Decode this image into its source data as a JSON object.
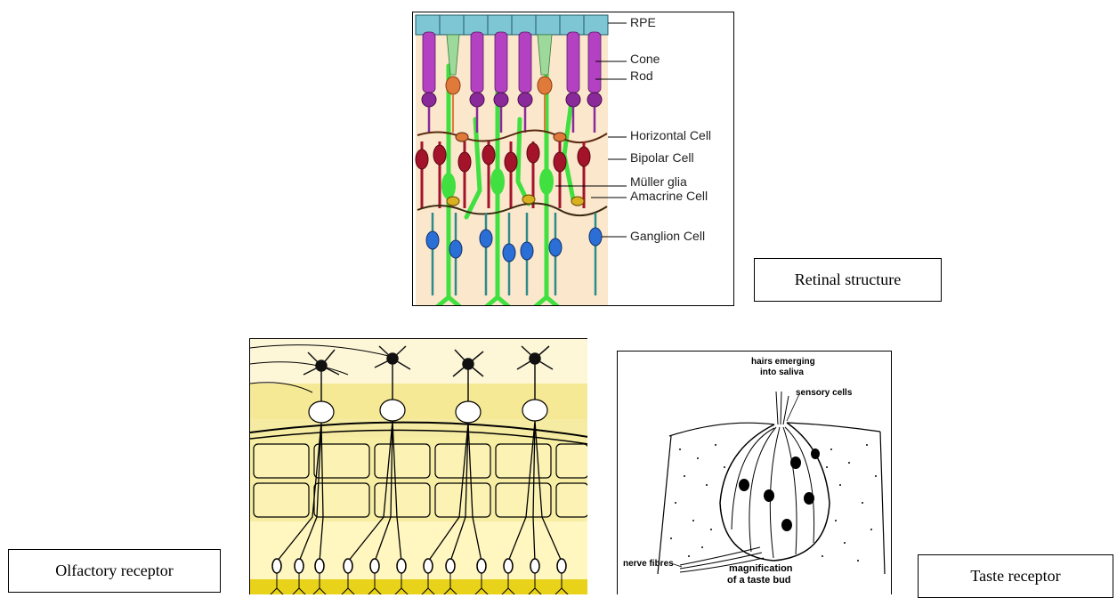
{
  "retina": {
    "caption": "Retinal structure",
    "labels": {
      "rpe": "RPE",
      "cone": "Cone",
      "rod": "Rod",
      "horizontal": "Horizontal Cell",
      "bipolar": "Bipolar Cell",
      "muller": "Müller glia",
      "amacrine": "Amacrine Cell",
      "ganglion": "Ganglion Cell"
    },
    "colors": {
      "rpe": "#7fc6d4",
      "rod": "#b341c2",
      "cone": "#9dd99a",
      "cone_nucleus": "#e07a3a",
      "bipolar": "#a3132a",
      "muller": "#3fe03f",
      "amacrine": "#d9b020",
      "ganglion": "#2f8a8a",
      "ganglion_nucleus": "#2b6fd6",
      "background": "#fbe7cc"
    }
  },
  "olfactory": {
    "caption": "Olfactory receptor",
    "colors": {
      "mucosa": "#f2e27a",
      "bone": "#f7eea3",
      "cilia": "#e9d21a"
    }
  },
  "taste": {
    "caption": "Taste receptor",
    "labels": {
      "hairs_line1": "hairs emerging",
      "hairs_line2": "into saliva",
      "sensory": "sensory cells",
      "nerve": "nerve fibres",
      "magnification_line1": "magnification",
      "magnification_line2": "of a taste bud"
    }
  }
}
